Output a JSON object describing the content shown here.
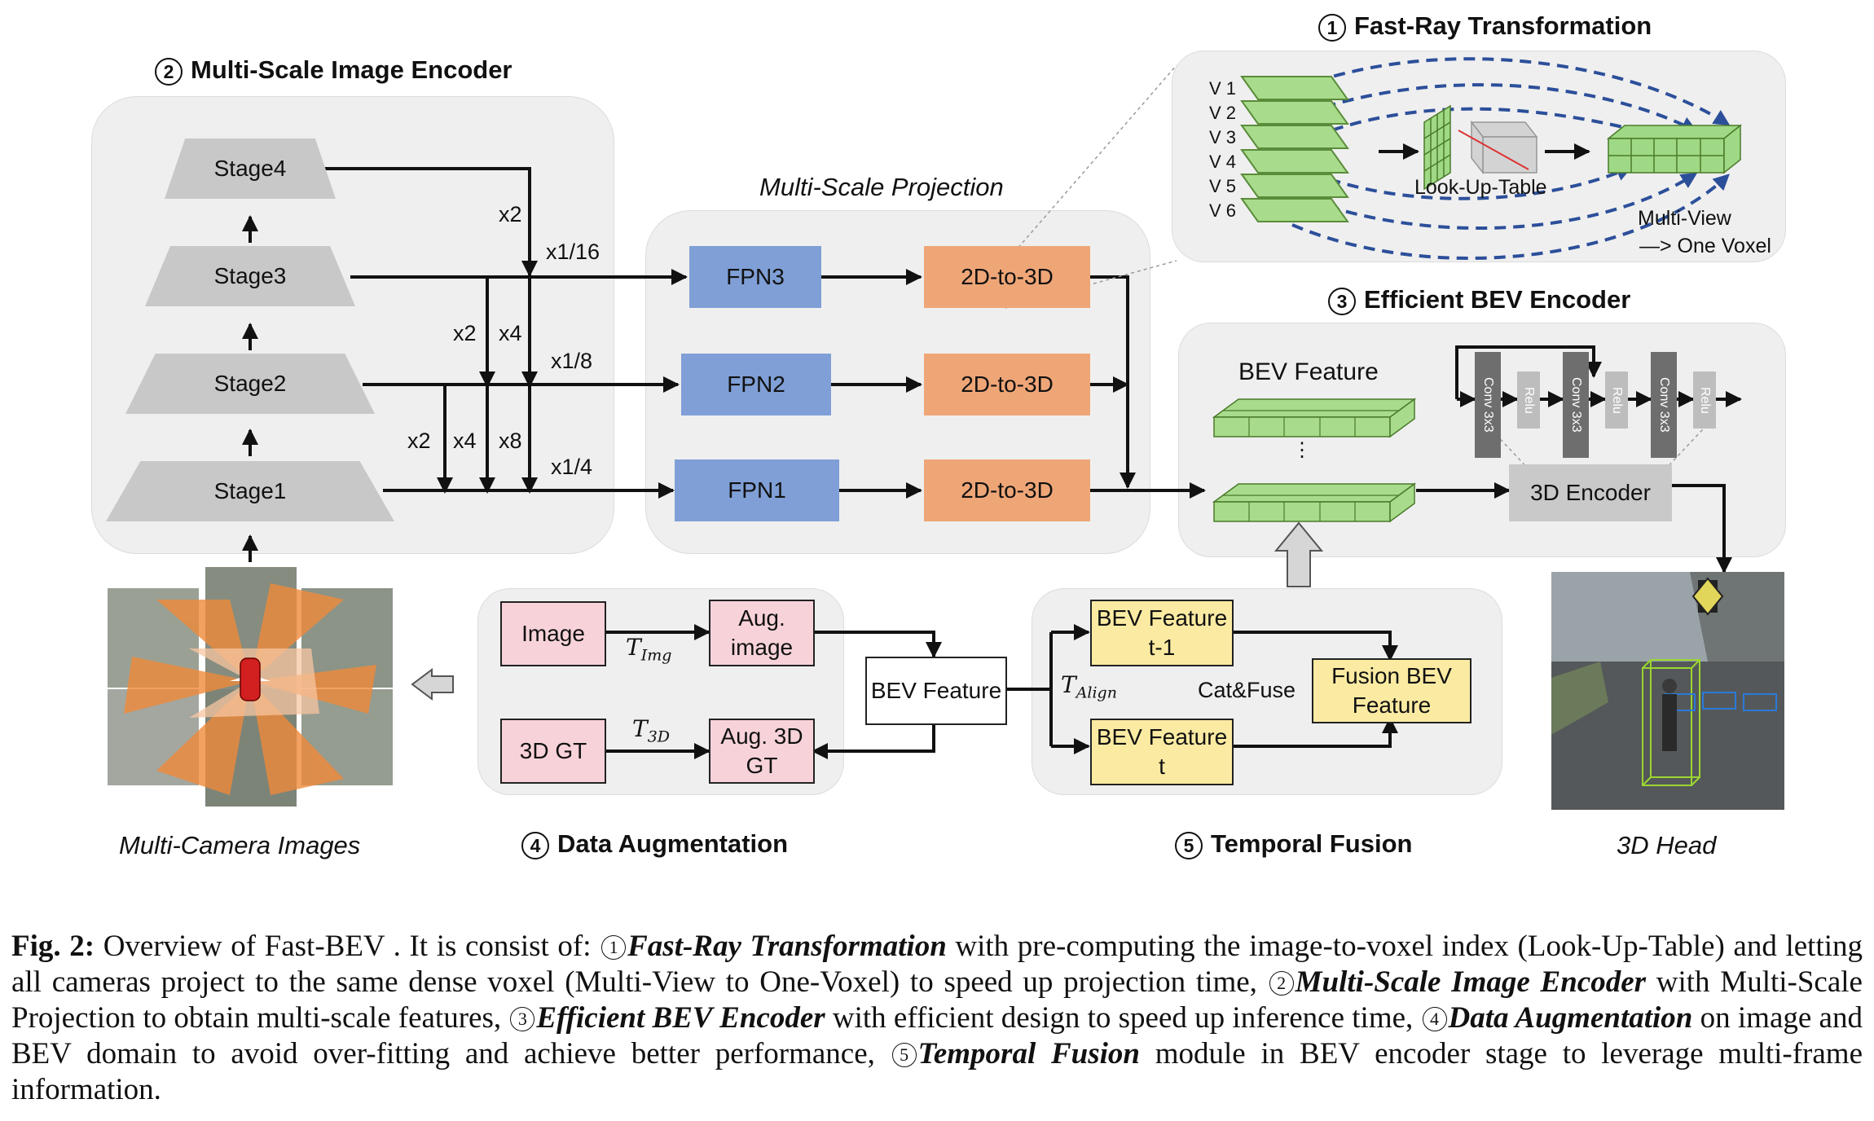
{
  "titles": {
    "fast_ray": "Fast-Ray Transformation",
    "encoder": "Multi-Scale Image Encoder",
    "bev_encoder": "Efficient BEV  Encoder",
    "data_aug": "Data Augmentation",
    "temporal": "Temporal Fusion",
    "nums": [
      "1",
      "2",
      "3",
      "4",
      "5"
    ]
  },
  "encoder": {
    "stages": [
      "Stage4",
      "Stage3",
      "Stage2",
      "Stage1"
    ],
    "scales": [
      "x2",
      "x2",
      "x4",
      "x2",
      "x4",
      "x8"
    ],
    "ratios": [
      "x1/16",
      "x1/8",
      "x1/4"
    ]
  },
  "projection": {
    "label": "Multi-Scale Projection",
    "fpn": [
      "FPN3",
      "FPN2",
      "FPN1"
    ],
    "d23": [
      "2D-to-3D",
      "2D-to-3D",
      "2D-to-3D"
    ]
  },
  "fast_ray": {
    "views": [
      "V 1",
      "V 2",
      "V 3",
      "V 4",
      "V 5",
      "V 6"
    ],
    "lut": "Look-Up-Table",
    "mv1": "Multi-View",
    "mv2": "—> One Voxel"
  },
  "bev": {
    "feature": "BEV Feature",
    "dots": "⋮",
    "encoder3d": "3D Encoder",
    "conv": [
      "Conv 3x3",
      "Conv 3x3",
      "Conv 3x3"
    ],
    "relu": [
      "Relu",
      "Relu",
      "Relu"
    ]
  },
  "aug": {
    "image": "Image",
    "aug_image": "Aug. image",
    "gt": "3D GT",
    "aug_gt": "Aug. 3D GT",
    "bev_feature": "BEV Feature",
    "t_img": "T",
    "t_img_sub": "Img",
    "t_3d": "T",
    "t_3d_sub": "3D"
  },
  "temporal": {
    "prev": "BEV Feature t-1",
    "cur": "BEV Feature t",
    "fusion": "Fusion BEV Feature",
    "catfuse": "Cat&Fuse",
    "t_align": "T",
    "t_align_sub": "Align"
  },
  "images": {
    "multi_cam": "Multi-Camera Images",
    "head": "3D Head"
  },
  "caption": {
    "fig": "Fig. 2:",
    "p1": " Overview of Fast-BEV . It is consist of: ",
    "c1": "1",
    "k1": "Fast-Ray Transformation",
    "p2": " with pre-computing the image-to-voxel index (Look-Up-Table) and letting all cameras project to the same dense voxel (Multi-View to One-Voxel) to speed up projection time, ",
    "c2": "2",
    "k2": "Multi-Scale Image Encoder",
    "p3": " with Multi-Scale Projection to obtain multi-scale features, ",
    "c3": "3",
    "k3": "Efficient BEV Encoder",
    "p4": " with efficient design to speed up inference time, ",
    "c4": "4",
    "k4": "Data Augmentation",
    "p5": " on image and BEV domain to avoid over-fitting and achieve better performance, ",
    "c5": "5",
    "k5": "Temporal Fusion",
    "p6": " module in BEV encoder stage to leverage multi-frame information."
  },
  "colors": {
    "panel": "#efefef",
    "fpn": "#7f9fd6",
    "d23": "#efa677",
    "pink": "#f7d3d9",
    "yellow": "#fbeba2",
    "voxel_green": "#a8dc8c",
    "ray_blue": "#2c4f9a"
  }
}
